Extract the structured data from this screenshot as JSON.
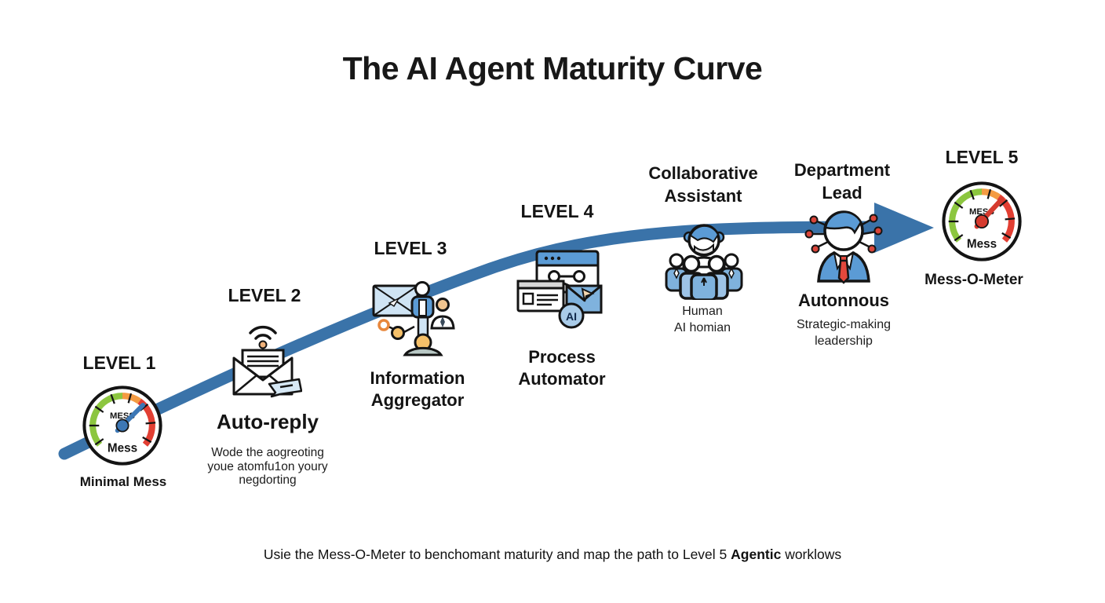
{
  "title": "The AI Agent Maturity Curve",
  "level1": {
    "label": "LEVEL 1",
    "gauge_top": "MESS",
    "gauge_bottom": "Mess",
    "caption": "Minimal Mess"
  },
  "level2": {
    "label": "LEVEL 2",
    "name": "Auto-reply",
    "desc1": "Wode the aogreoting",
    "desc2": "youe atomfu1on youry",
    "desc3": "negdorting"
  },
  "level3": {
    "label": "LEVEL 3",
    "name1": "Information",
    "name2": "Aggregator"
  },
  "level4": {
    "label": "LEVEL 4",
    "name1": "Process",
    "name2": "Automator",
    "ai_badge": "AI"
  },
  "collaborative": {
    "title1": "Collaborative",
    "title2": "Assistant",
    "desc1": "Human",
    "desc2": "AI homian"
  },
  "department": {
    "title1": "Department",
    "title2": "Lead",
    "name": "Autonnous",
    "desc1": "Strategic-making",
    "desc2": "leadership"
  },
  "level5": {
    "label": "LEVEL 5",
    "gauge_top": "MESS",
    "gauge_bottom": "Mess",
    "caption": "Mess-O-Meter"
  },
  "footer": {
    "before": "Usie the Mess-O-Meter to benchomant maturity and map the path to Level 5 ",
    "bold": "Agentic",
    "after": " worklows"
  },
  "colors": {
    "curve_blue": "#3a73a9",
    "gauge_green": "#8cc63f",
    "gauge_orange": "#f49b42",
    "gauge_red": "#e23f33",
    "needle_blue": "#3c77b5",
    "needle_red": "#d63b2f",
    "icon_blue": "#5b9bd5",
    "icon_light_blue": "#cfe4f4"
  }
}
